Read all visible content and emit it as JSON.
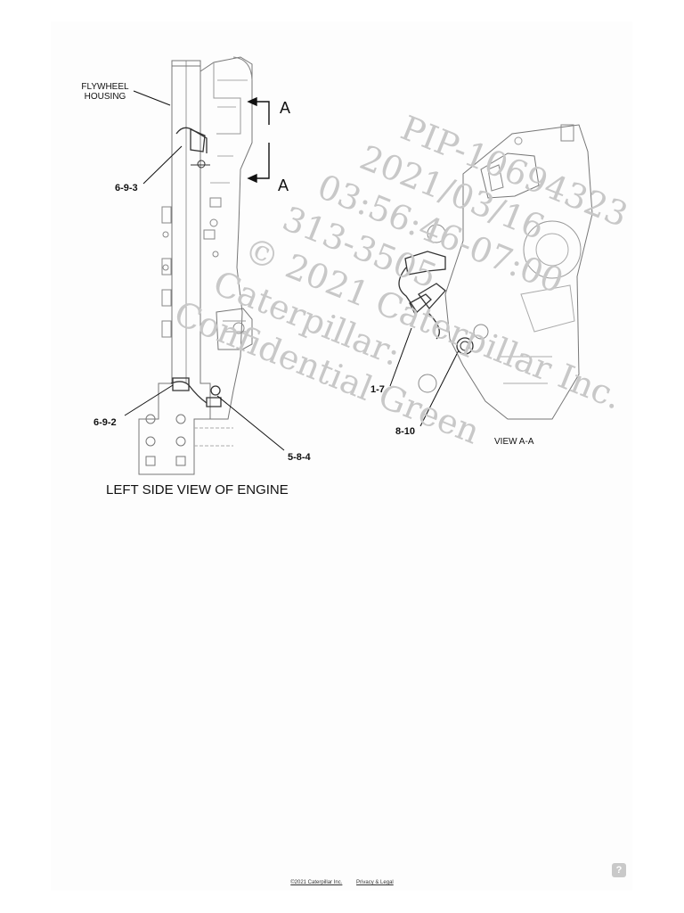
{
  "labels": {
    "flywheel_line1": "FLYWHEEL",
    "flywheel_line2": "HOUSING",
    "section_top": "A",
    "section_bottom": "A",
    "callout_693": "6-9-3",
    "callout_692": "6-9-2",
    "callout_584": "5-8-4",
    "callout_17": "1-7",
    "callout_810": "8-10",
    "view_aa": "VIEW A-A",
    "left_view_title": "LEFT SIDE VIEW OF ENGINE"
  },
  "watermark": {
    "line1": "PIP-10694323",
    "line2": "2021/03/16",
    "line3": "03:56:46-07:00",
    "line4": "313-3505",
    "line5": "© 2021 Caterpillar Inc.",
    "line6": "Caterpillar:",
    "line7": "Confidential Green"
  },
  "footer": {
    "copyright": "©2021 Caterpillar Inc.",
    "privacy": "Privacy & Legal"
  },
  "help": {
    "icon": "question-icon",
    "glyph": "?"
  }
}
